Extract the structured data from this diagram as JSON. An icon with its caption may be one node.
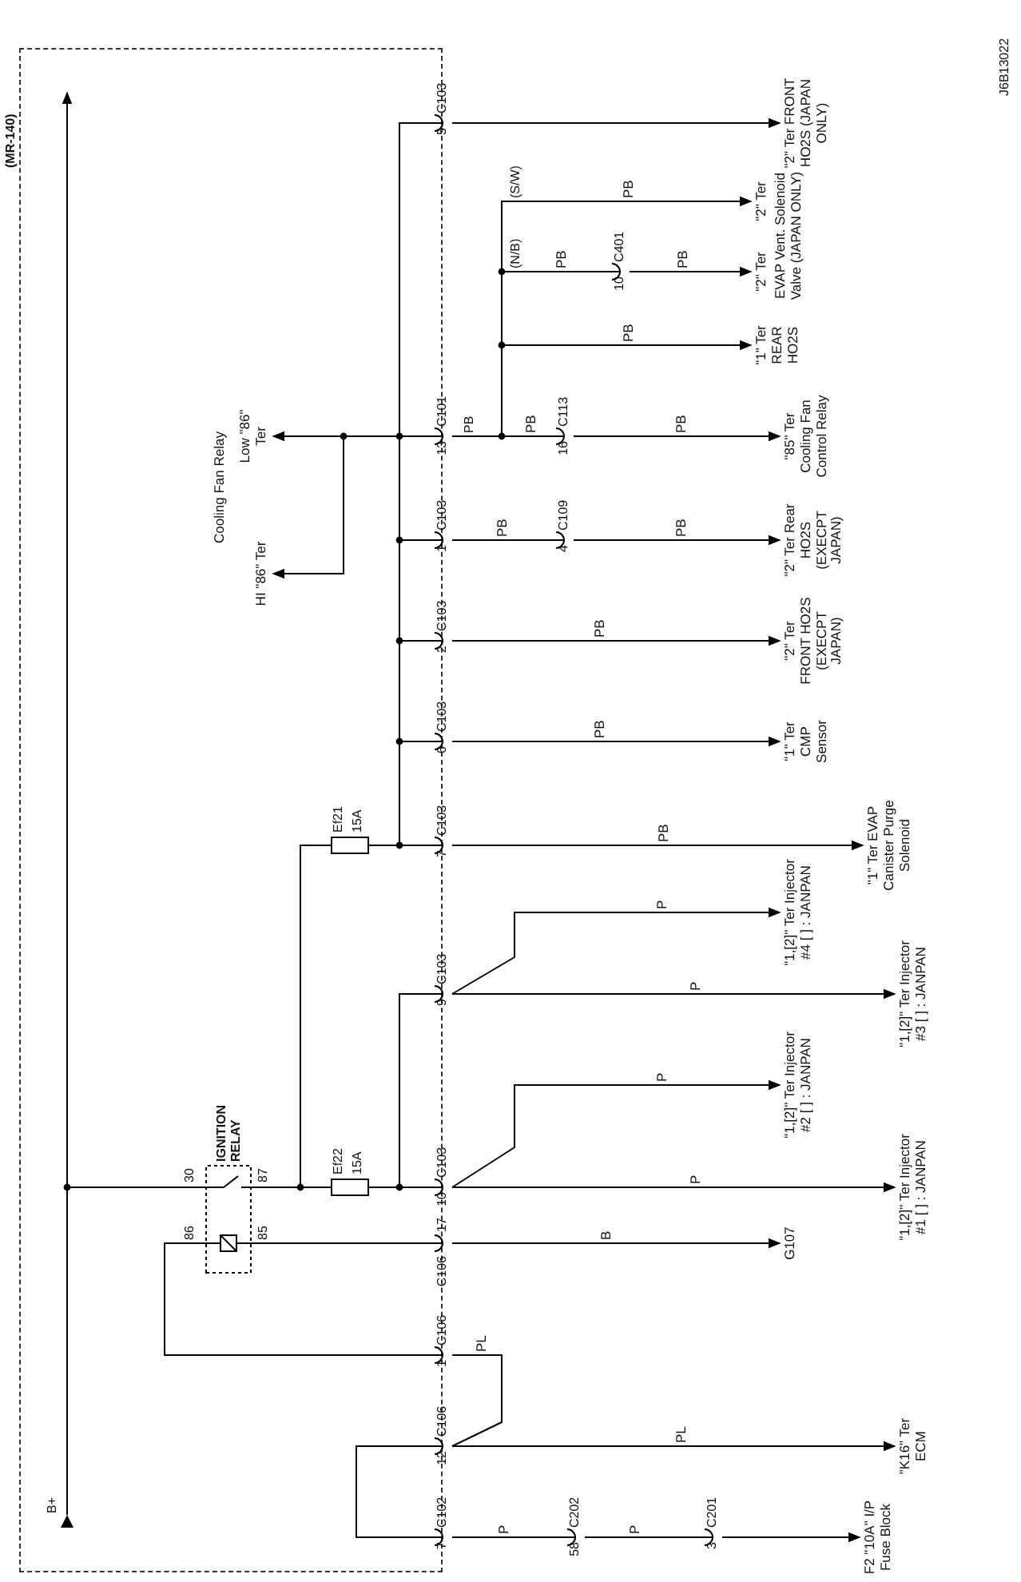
{
  "diagram": {
    "nodes": [
      {
        "text": [],
        "shape": "box"
      },
      {
        "text": [
          "B+"
        ],
        "in": 0
      },
      {
        "text": [
          "IGNITION RELAY"
        ],
        "in": 0
      },
      {
        "text": [
          "Ef22",
          "15A"
        ],
        "in": 0
      },
      {
        "text": [
          "Ef21",
          "15A"
        ],
        "in": 0
      },
      {
        "text": [
          "5",
          "C103"
        ]
      },
      {
        "text": [
          "13",
          "C101"
        ]
      },
      {
        "text": [
          "1",
          "C103"
        ]
      },
      {
        "text": [
          "2",
          "C103"
        ]
      },
      {
        "text": [
          "6",
          "C103"
        ]
      },
      {
        "text": [
          "7",
          "C103"
        ]
      },
      {
        "text": [
          "9",
          "C103"
        ]
      },
      {
        "text": [
          "10",
          "C103"
        ]
      },
      {
        "text": [
          "17",
          "C106"
        ]
      },
      {
        "text": [
          "1",
          "C106"
        ]
      },
      {
        "text": [
          "12",
          "C106"
        ]
      },
      {
        "text": [
          "7",
          "C102"
        ]
      },
      {
        "text": [
          "10",
          "C401"
        ]
      },
      {
        "text": [
          "16",
          "C113"
        ]
      },
      {
        "text": [
          "4",
          "C109"
        ]
      },
      {
        "text": [
          "58",
          "C202"
        ]
      },
      {
        "text": [
          "3",
          "C201"
        ]
      },
      {
        "text": [
          "\"2\" Ter FRONT HO2S (JAPAN ONLY)"
        ]
      },
      {
        "text": [
          "\"2\" Ter",
          "\"2\" Ter",
          "EVAP Vent. Solenoid Valve (JAPAN ONLY)"
        ]
      },
      {
        "text": [
          "\"1\" Ter REAR HO2S"
        ]
      },
      {
        "text": [
          "\"85\" Ter Cooling Fan Control Relay"
        ]
      },
      {
        "text": [
          "\"2\" Ter Rear HO2S (EXECPT JAPAN)"
        ]
      },
      {
        "text": [
          "\"2\" Ter FRONT HO2S (EXECPT JAPAN)"
        ]
      },
      {
        "text": [
          "\"1\" Ter CMP Sensor"
        ]
      },
      {
        "text": [
          "\"1\" Ter EVAP Canister Purge Solenoid"
        ]
      },
      {
        "text": [
          "\"1,[2]\" Ter Injector #4 [ ] : JANPAN"
        ]
      },
      {
        "text": [
          "\"1,[2]\" Ter Injector #3 [ ] : JANPAN"
        ]
      },
      {
        "text": [
          "\"1,[2]\" Ter Injector #2 [ ] : JANPAN"
        ]
      },
      {
        "text": [
          "\"1,[2]\" Ter Injector #1 [ ] : JANPAN"
        ]
      },
      {
        "text": [
          "G107"
        ]
      },
      {
        "text": [
          "\"K16\" Ter ECM"
        ]
      },
      {
        "text": [
          "F2 \"10A\" I/P Fuse Block"
        ]
      },
      {
        "text": [
          "Low \"86\" Ter"
        ],
        "in": 0
      },
      {
        "text": [
          "HI \"86\" Ter"
        ],
        "in": 0
      }
    ],
    "edges": [
      {
        "from": 1,
        "to": null,
        "arrow": "to"
      },
      {
        "from": 1,
        "to": 2,
        "arrow": "none"
      },
      {
        "from": 2,
        "to": 3,
        "arrow": "none"
      },
      {
        "from": 2,
        "to": 4,
        "arrow": "none"
      },
      {
        "from": 3,
        "to": 12,
        "arrow": "none"
      },
      {
        "from": 3,
        "to": 11,
        "arrow": "none"
      },
      {
        "from": 4,
        "to": 10,
        "arrow": "none"
      },
      {
        "from": 4,
        "to": 9,
        "arrow": "none"
      },
      {
        "from": 4,
        "to": 8,
        "arrow": "none"
      },
      {
        "from": 4,
        "to": 7,
        "arrow": "none"
      },
      {
        "from": 4,
        "to": 6,
        "arrow": "none"
      },
      {
        "from": 4,
        "to": 5,
        "arrow": "none"
      },
      {
        "from": 4,
        "to": 37,
        "arrow": "to"
      },
      {
        "from": 4,
        "to": 38,
        "arrow": "to"
      },
      {
        "from": 5,
        "to": 22,
        "arrow": "to"
      },
      {
        "from": 6,
        "to": 18,
        "arrow": "none",
        "label": "PB"
      },
      {
        "from": 18,
        "to": 25,
        "arrow": "to",
        "label": "PB"
      },
      {
        "from": 6,
        "to": 24,
        "arrow": "to",
        "label": "PB"
      },
      {
        "from": 6,
        "to": 17,
        "arrow": "none",
        "label": "PB"
      },
      {
        "from": 17,
        "to": 23,
        "arrow": "to",
        "label": "PB"
      },
      {
        "from": 6,
        "to": 23,
        "arrow": "to",
        "label": "PB"
      },
      {
        "from": 7,
        "to": 19,
        "arrow": "none",
        "label": "PB"
      },
      {
        "from": 19,
        "to": 26,
        "arrow": "to",
        "label": "PB"
      },
      {
        "from": 8,
        "to": 27,
        "arrow": "to",
        "label": "PB"
      },
      {
        "from": 9,
        "to": 28,
        "arrow": "to",
        "label": "PB"
      },
      {
        "from": 10,
        "to": 29,
        "arrow": "to",
        "label": "PB"
      },
      {
        "from": 11,
        "to": 30,
        "arrow": "to",
        "label": "P"
      },
      {
        "from": 11,
        "to": 31,
        "arrow": "to",
        "label": "P"
      },
      {
        "from": 12,
        "to": 32,
        "arrow": "to",
        "label": "P"
      },
      {
        "from": 12,
        "to": 33,
        "arrow": "to",
        "label": "P"
      },
      {
        "from": 2,
        "to": 13,
        "arrow": "none"
      },
      {
        "from": 13,
        "to": 34,
        "arrow": "to",
        "label": "B"
      },
      {
        "from": 2,
        "to": 14,
        "arrow": "none"
      },
      {
        "from": 14,
        "to": 15,
        "arrow": "none",
        "label": "PL"
      },
      {
        "from": 15,
        "to": 35,
        "arrow": "to",
        "label": "PL"
      },
      {
        "from": 15,
        "to": 16,
        "arrow": "none"
      },
      {
        "from": 16,
        "to": 20,
        "arrow": "none",
        "label": "P"
      },
      {
        "from": 20,
        "to": 21,
        "arrow": "none",
        "label": "P"
      },
      {
        "from": 21,
        "to": 36,
        "arrow": "to"
      }
    ],
    "labels": [
      "(MR-140)",
      "J6B13022",
      "Cooling Fan Relay",
      "30",
      "87",
      "86",
      "85",
      "(S/W)",
      "(N/B)",
      "PB"
    ]
  }
}
